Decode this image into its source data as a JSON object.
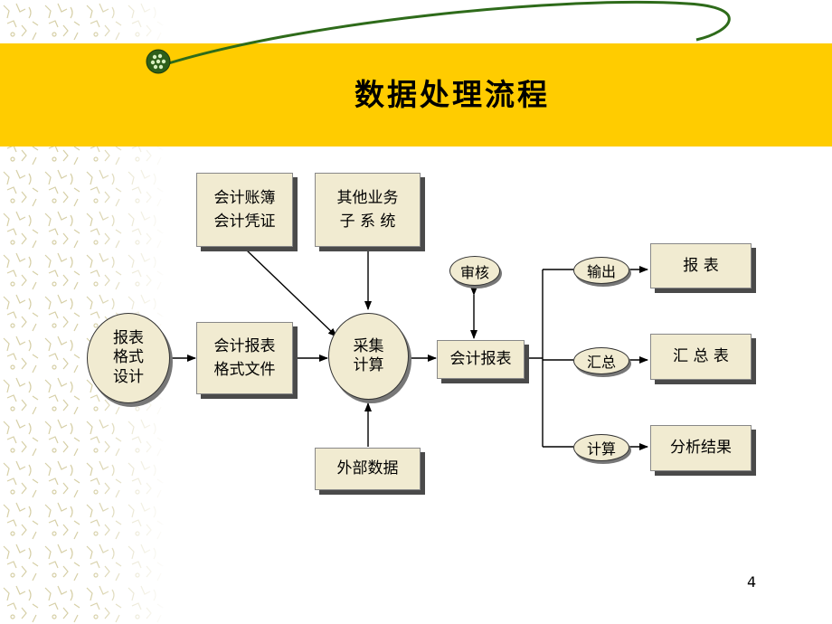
{
  "slide": {
    "title": "数据处理流程",
    "page_number": "4"
  },
  "nodes": {
    "report_design": "报表\n格式\n设计",
    "ledger_voucher": "会计账簿\n会计凭证",
    "other_subsystem": "其他业务\n子 系 统",
    "format_file": "会计报表\n格式文件",
    "collect_compute": "采集\n计算",
    "audit": "审核",
    "accounting_report": "会计报表",
    "external_data": "外部数据",
    "output": "输出",
    "summarize": "汇总",
    "compute": "计算",
    "report": "报   表",
    "summary_table": "汇 总 表",
    "analysis_result": "分析结果"
  },
  "colors": {
    "banner": "#ffcc00",
    "box_fill": "#f1ebd1",
    "curve": "#2e6b1a",
    "pattern": "#d8d0a8"
  }
}
